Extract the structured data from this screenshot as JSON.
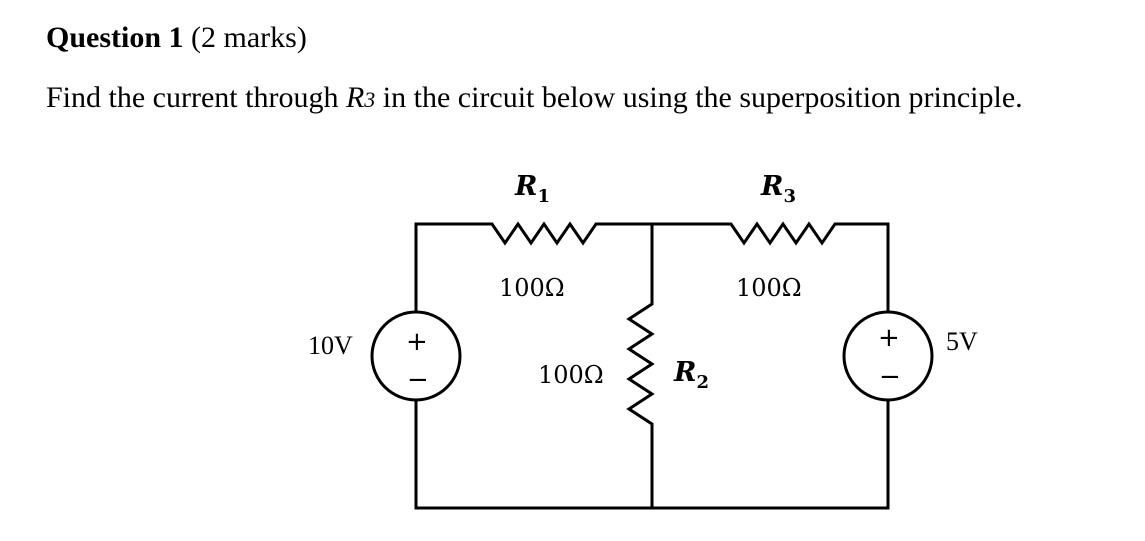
{
  "question": {
    "title_bold": "Question 1",
    "title_marks": "(2 marks)",
    "text_before": "Find the current through ",
    "text_var": "R",
    "text_var_sub": "3",
    "text_after": " in the circuit below using the superposition principle."
  },
  "circuit": {
    "r1": {
      "name": "R",
      "sub": "1",
      "value": "100Ω"
    },
    "r2": {
      "name": "R",
      "sub": "2",
      "value": "100Ω"
    },
    "r3": {
      "name": "R",
      "sub": "3",
      "value": "100Ω"
    },
    "v1": {
      "label": "10V",
      "plus": "+",
      "minus": "−"
    },
    "v2": {
      "label": "5V",
      "plus": "+",
      "minus": "−"
    }
  }
}
